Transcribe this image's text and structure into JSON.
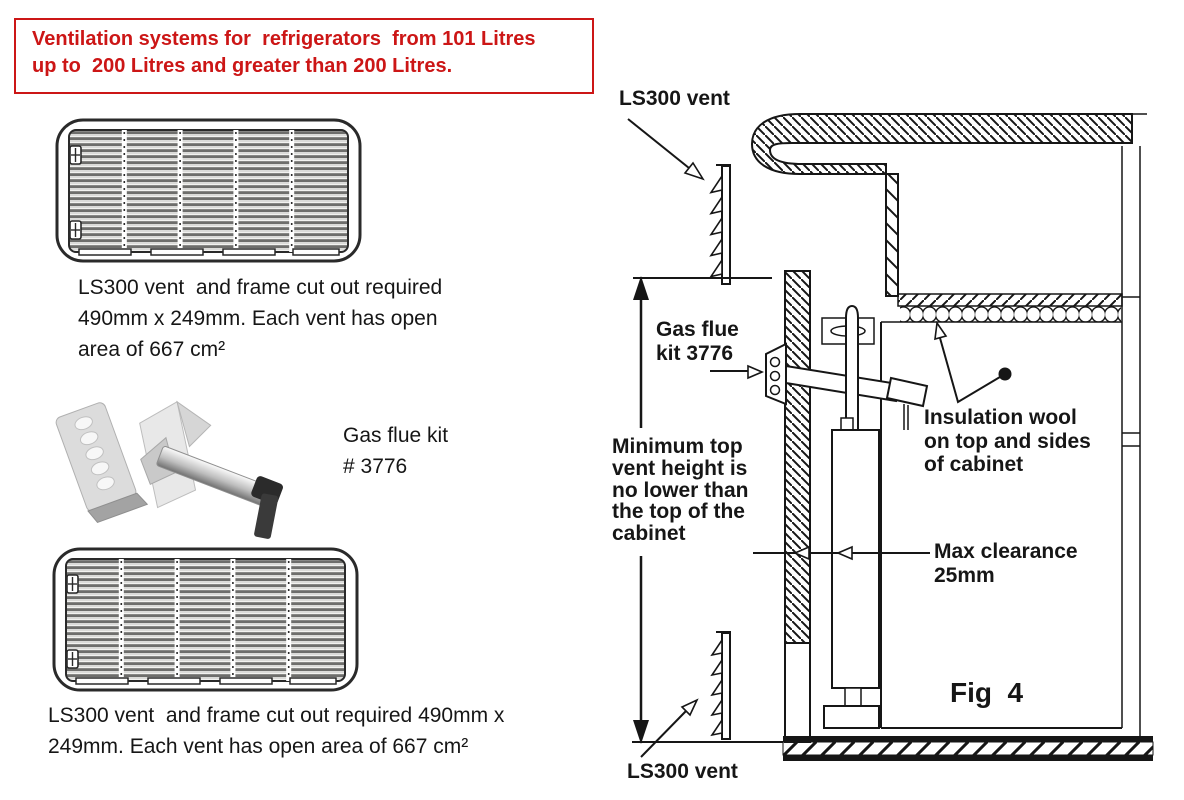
{
  "notice": {
    "line1": "Ventilation systems for  refrigerators  from 101 Litres",
    "line2_regular": "up to  200 Litres ",
    "line2_bold": "and greater than 200 Litres."
  },
  "left_column": {
    "top_caption": [
      "LS300 vent  and frame cut out required",
      "490mm x 249mm. Each vent has open",
      "area of 667 cm²"
    ],
    "gas_flue_caption": [
      "Gas flue kit",
      "# 3776"
    ],
    "bottom_caption": [
      "LS300 vent  and frame cut out required 490mm x",
      "249mm. Each vent has open area of 667 cm²"
    ]
  },
  "diagram": {
    "fig_label": "Fig  4",
    "labels": {
      "vent_top": "LS300 vent",
      "gas_flue": [
        "Gas flue",
        "kit 3776"
      ],
      "min_vent_height": [
        "Minimum top",
        "vent height is",
        "no lower than",
        "the top of the",
        "cabinet"
      ],
      "insulation": [
        "Insulation wool",
        "on top and sides",
        "of cabinet"
      ],
      "max_clearance": [
        "Max clearance",
        "25mm"
      ],
      "vent_bottom": "LS300 vent"
    }
  },
  "colors": {
    "notice_red": "#cc1616",
    "ink": "#161616"
  }
}
